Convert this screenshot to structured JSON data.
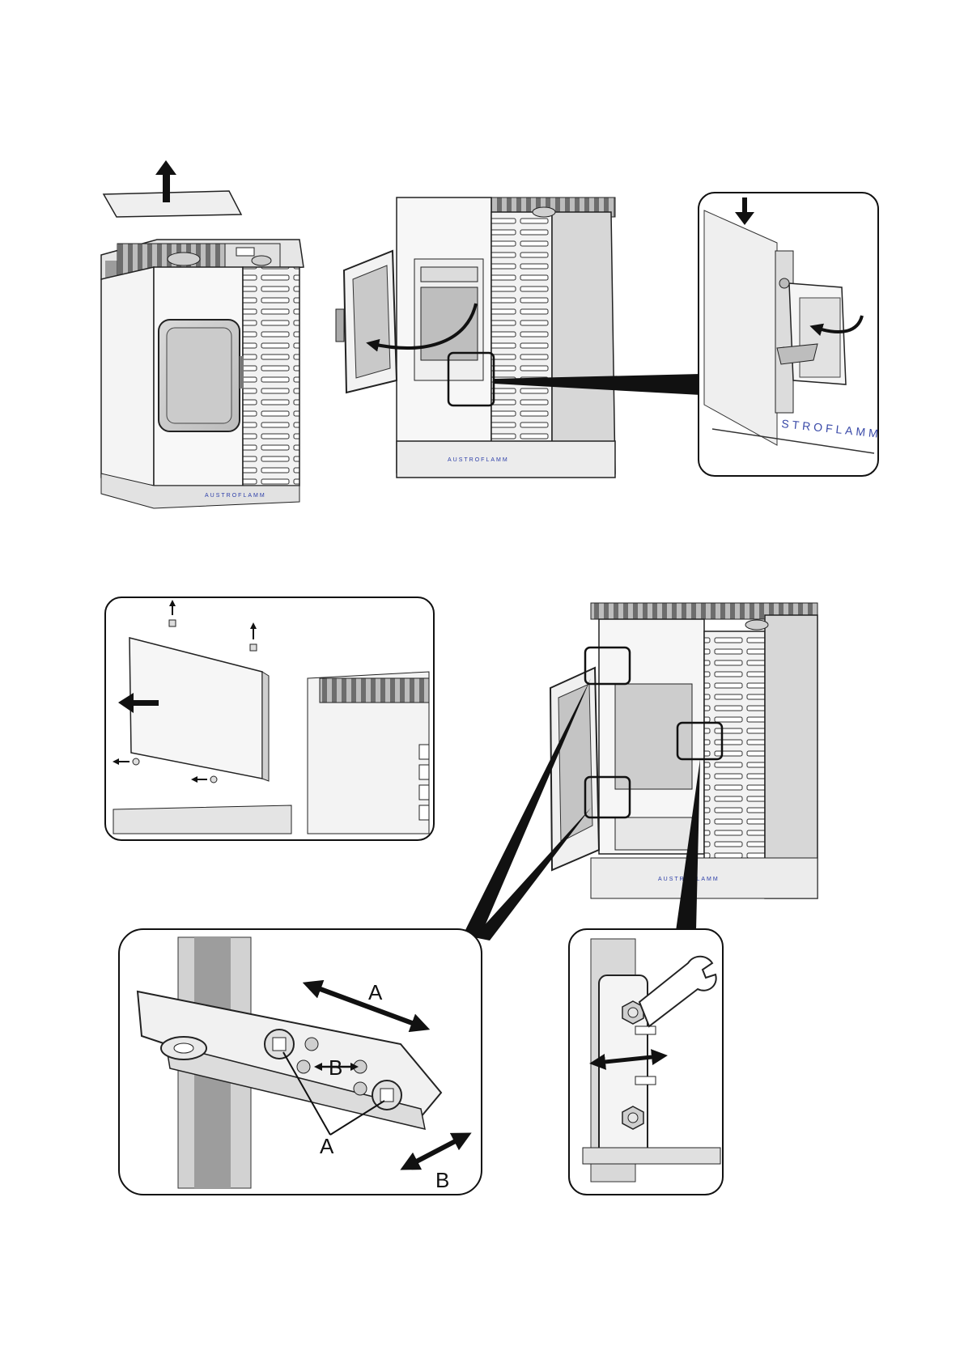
{
  "brand": "AUSTROFLAMM",
  "brand_zoom": "STROFLAMM",
  "callouts": {
    "a_top": "A",
    "b_mid": "B",
    "a_bottom": "A",
    "b_corner": "B"
  },
  "colors": {
    "line": "#1a1a1a",
    "panel_fill": "#f4f4f4",
    "shade": "#cfcfcf",
    "dark_shade": "#9a9a9a",
    "brand_blue": "#2c3ea8"
  },
  "icons": [
    "arrow-up-icon",
    "arrow-down-icon",
    "arrow-left-icon",
    "curved-arrow-icon",
    "double-arrow-icon",
    "wrench-icon"
  ]
}
